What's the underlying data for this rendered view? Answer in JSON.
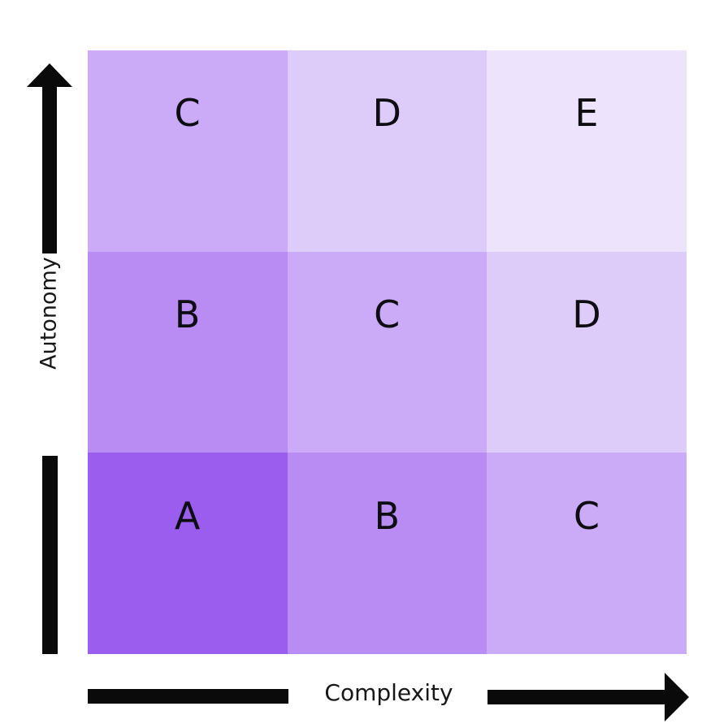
{
  "chart_data": {
    "type": "heatmap",
    "title": "",
    "xlabel": "Complexity",
    "ylabel": "Autonomy",
    "grid": true,
    "legend": "none",
    "rows": 3,
    "cols": 3,
    "x_direction": "increasing-right",
    "y_direction": "increasing-up",
    "cells": [
      {
        "row": 0,
        "col": 0,
        "label": "C",
        "color": "#cbabf7",
        "level": 3
      },
      {
        "row": 0,
        "col": 1,
        "label": "D",
        "color": "#ddcbfa",
        "level": 4
      },
      {
        "row": 0,
        "col": 2,
        "label": "E",
        "color": "#eee3fc",
        "level": 5
      },
      {
        "row": 1,
        "col": 0,
        "label": "B",
        "color": "#b98cf4",
        "level": 2
      },
      {
        "row": 1,
        "col": 1,
        "label": "C",
        "color": "#cbabf7",
        "level": 3
      },
      {
        "row": 1,
        "col": 2,
        "label": "D",
        "color": "#ddcbfa",
        "level": 4
      },
      {
        "row": 2,
        "col": 0,
        "label": "A",
        "color": "#9a5ded",
        "level": 1
      },
      {
        "row": 2,
        "col": 1,
        "label": "B",
        "color": "#b98cf4",
        "level": 2
      },
      {
        "row": 2,
        "col": 2,
        "label": "C",
        "color": "#cbabf7",
        "level": 3
      }
    ],
    "matrix_labels": [
      [
        "C",
        "D",
        "E"
      ],
      [
        "B",
        "C",
        "D"
      ],
      [
        "A",
        "B",
        "C"
      ]
    ],
    "colors": {
      "level_1": "#9a5ded",
      "level_2": "#b98cf4",
      "level_3": "#cbabf7",
      "level_4": "#ddcbfa",
      "level_5": "#eee3fc",
      "axis": "#0a0a0a",
      "text": "#171717",
      "background": "#ffffff"
    }
  },
  "axes": {
    "y": {
      "label": "Autonomy",
      "arrow_icon": "arrow-up-icon",
      "bar_icon": "axis-bar-vertical"
    },
    "x": {
      "label": "Complexity",
      "arrow_icon": "arrow-right-icon",
      "bar_icon": "axis-bar-horizontal"
    }
  }
}
